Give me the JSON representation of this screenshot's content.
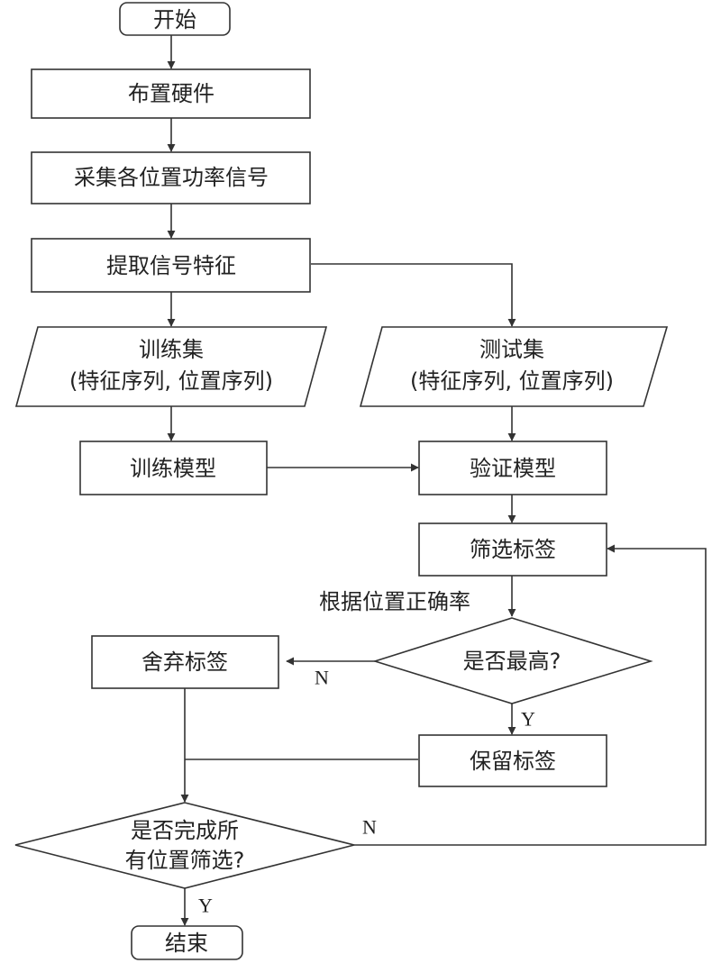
{
  "nodes": {
    "start": "开始",
    "layout_hardware": "布置硬件",
    "collect_signals": "采集各位置功率信号",
    "extract_features": "提取信号特征",
    "training_set_title": "训练集",
    "training_set_detail": "(特征序列, 位置序列)",
    "test_set_title": "测试集",
    "test_set_detail": "(特征序列, 位置序列)",
    "train_model": "训练模型",
    "validate_model": "验证模型",
    "filter_labels": "筛选标签",
    "accuracy_note": "根据位置正确率",
    "is_highest": "是否最高?",
    "discard_label": "舍弃标签",
    "keep_label": "保留标签",
    "all_done_line1": "是否完成所",
    "all_done_line2": "有位置筛选?",
    "end": "结束"
  },
  "branch_labels": {
    "highest_no": "N",
    "highest_yes": "Y",
    "done_no": "N",
    "done_yes": "Y"
  },
  "colors": {
    "stroke": "#333333",
    "text": "#222222",
    "background": "#ffffff"
  }
}
